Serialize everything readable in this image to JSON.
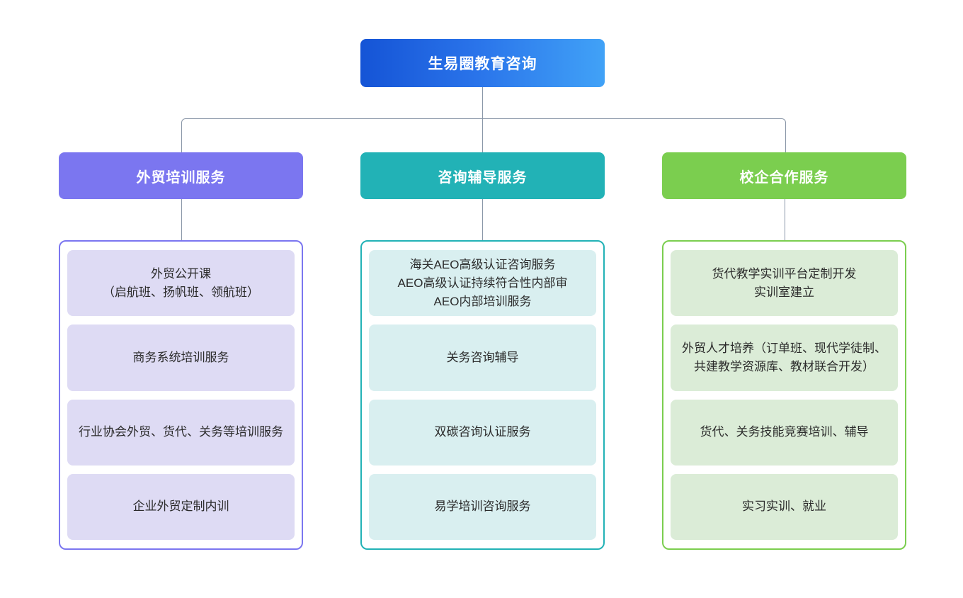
{
  "diagram": {
    "type": "organization-chart",
    "root": {
      "label": "生易圈教育咨询",
      "color": "#2a74ea",
      "gradient_from": "#1554d6",
      "gradient_to": "#41a2f7"
    },
    "columns": [
      {
        "header": "外贸培训服务",
        "color": "#7b76f0",
        "leaf_fill": "#dedbf4",
        "items": [
          "外贸公开课\n（启航班、扬帆班、领航班）",
          "商务系统培训服务",
          "行业协会外贸、货代、关务等培训服务",
          "企业外贸定制内训"
        ]
      },
      {
        "header": "咨询辅导服务",
        "color": "#22b2b6",
        "leaf_fill": "#d9eff0",
        "items": [
          "海关AEO高级认证咨询服务\nAEO高级认证持续符合性内部审\nAEO内部培训服务",
          "关务咨询辅导",
          "双碳咨询认证服务",
          "易学培训咨询服务"
        ]
      },
      {
        "header": "校企合作服务",
        "color": "#7bce4f",
        "leaf_fill": "#dbecd7",
        "items": [
          "货代教学实训平台定制开发\n实训室建立",
          "外贸人才培养（订单班、现代学徒制、共建教学资源库、教材联合开发）",
          "货代、关务技能竞赛培训、辅导",
          "实习实训、就业"
        ]
      }
    ],
    "connector_color": "#8a97a8"
  }
}
